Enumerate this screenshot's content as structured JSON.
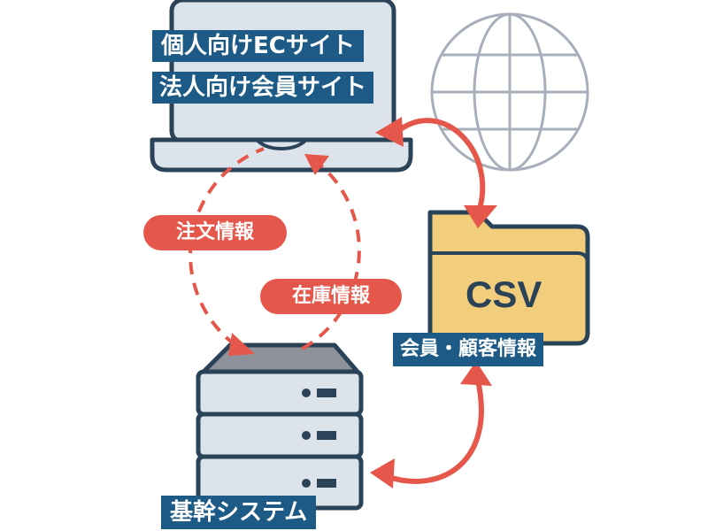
{
  "labels": {
    "b2c_site": "個人向けECサイト",
    "b2b_site": "法人向け会員サイト",
    "order_info": "注文情報",
    "stock_info": "在庫情報",
    "member_info": "会員・顧客情報",
    "core_system": "基幹システム",
    "csv": "CSV"
  },
  "colors": {
    "navy": "#2b4358",
    "label_blue": "#1d5b86",
    "accent_red": "#e5574a",
    "folder_yellow": "#f2cd7c",
    "panel_grey": "#dde3ea",
    "globe_grey": "#a7afba"
  },
  "icons": [
    "laptop-icon",
    "globe-icon",
    "folder-icon",
    "server-icon"
  ]
}
